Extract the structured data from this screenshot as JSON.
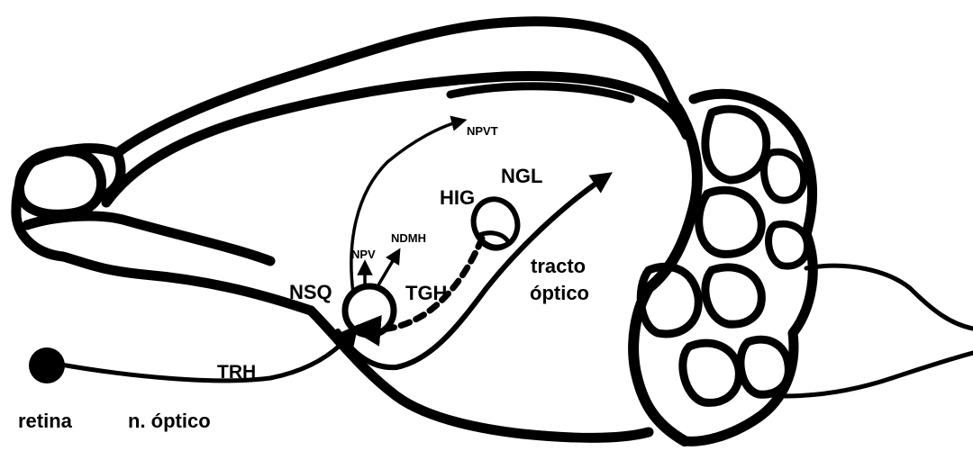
{
  "labels": {
    "npvt": "NPVT",
    "ngl": "NGL",
    "hig": "HIG",
    "ndmh": "NDMH",
    "npv": "NPV",
    "nsq": "NSQ",
    "tgh": "TGH",
    "tracto": "tracto",
    "optico_tract": "óptico",
    "trh": "TRH",
    "retina": "retina",
    "n_optico": "n. óptico"
  },
  "colors": {
    "ink": "#000000",
    "paper": "#ffffff"
  }
}
